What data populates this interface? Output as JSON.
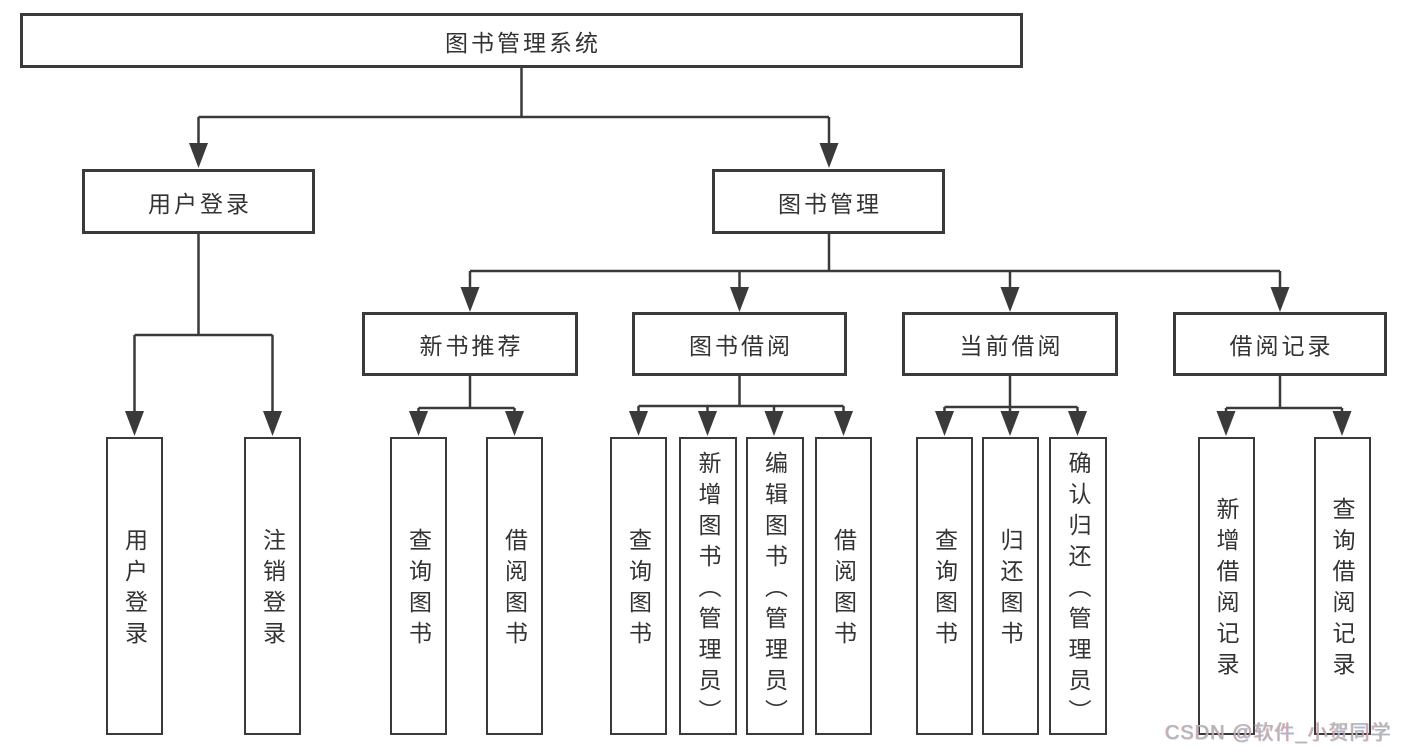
{
  "colors": {
    "line": "#3a3a3a",
    "text": "#333333",
    "background": "#ffffff",
    "watermark": "#b3b6ba"
  },
  "watermark": {
    "text": "CSDN @软件_小贺同学"
  },
  "nodes": {
    "root": {
      "label": "图书管理系统"
    },
    "user_login": {
      "label": "用户登录"
    },
    "book_mgmt": {
      "label": "图书管理"
    },
    "new_book_rec": {
      "label": "新书推荐"
    },
    "book_borrow": {
      "label": "图书借阅"
    },
    "current_borrow": {
      "label": "当前借阅"
    },
    "borrow_record": {
      "label": "借阅记录"
    },
    "leaf_user_login": {
      "label": "用户登录"
    },
    "leaf_logout": {
      "label": "注销登录"
    },
    "leaf_rec_query_book": {
      "label": "查询图书"
    },
    "leaf_rec_borrow_book": {
      "label": "借阅图书"
    },
    "leaf_bb_query_book": {
      "label": "查询图书"
    },
    "leaf_bb_add_book": {
      "label": "新增图书（管理员）"
    },
    "leaf_bb_edit_book": {
      "label": "编辑图书（管理员）"
    },
    "leaf_bb_borrow_book": {
      "label": "借阅图书"
    },
    "leaf_cb_query_book": {
      "label": "查询图书"
    },
    "leaf_cb_return_book": {
      "label": "归还图书"
    },
    "leaf_cb_confirm_return": {
      "label": "确认归还（管理员）"
    },
    "leaf_br_add_record": {
      "label": "新增借阅记录"
    },
    "leaf_br_query_record": {
      "label": "查询借阅记录"
    }
  }
}
